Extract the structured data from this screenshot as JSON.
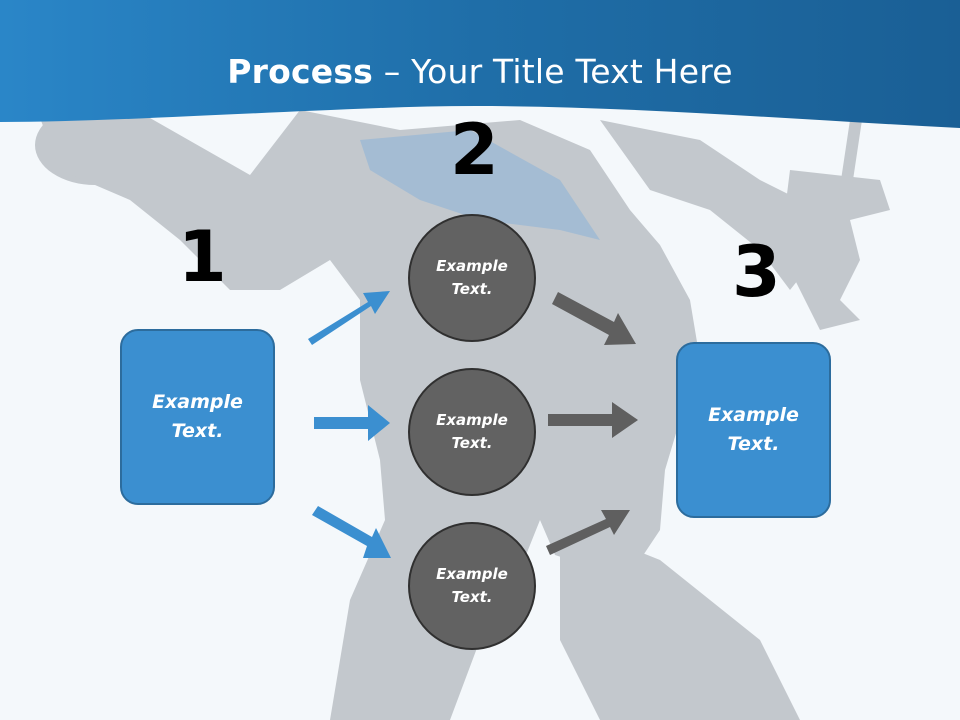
{
  "title": {
    "bold": "Process",
    "rest": " – Your Title Text Here"
  },
  "steps": [
    "1",
    "2",
    "3"
  ],
  "left_box": {
    "line1": "Example",
    "line2": "Text."
  },
  "right_box": {
    "line1": "Example",
    "line2": "Text."
  },
  "circles": [
    {
      "line1": "Example",
      "line2": "Text."
    },
    {
      "line1": "Example",
      "line2": "Text."
    },
    {
      "line1": "Example",
      "line2": "Text."
    }
  ],
  "colors": {
    "banner": "#1f6ea8",
    "box": "#3b8fd0",
    "circle": "#626262",
    "arrow_blue": "#3b8fd0",
    "arrow_gray": "#5f5f5f"
  }
}
